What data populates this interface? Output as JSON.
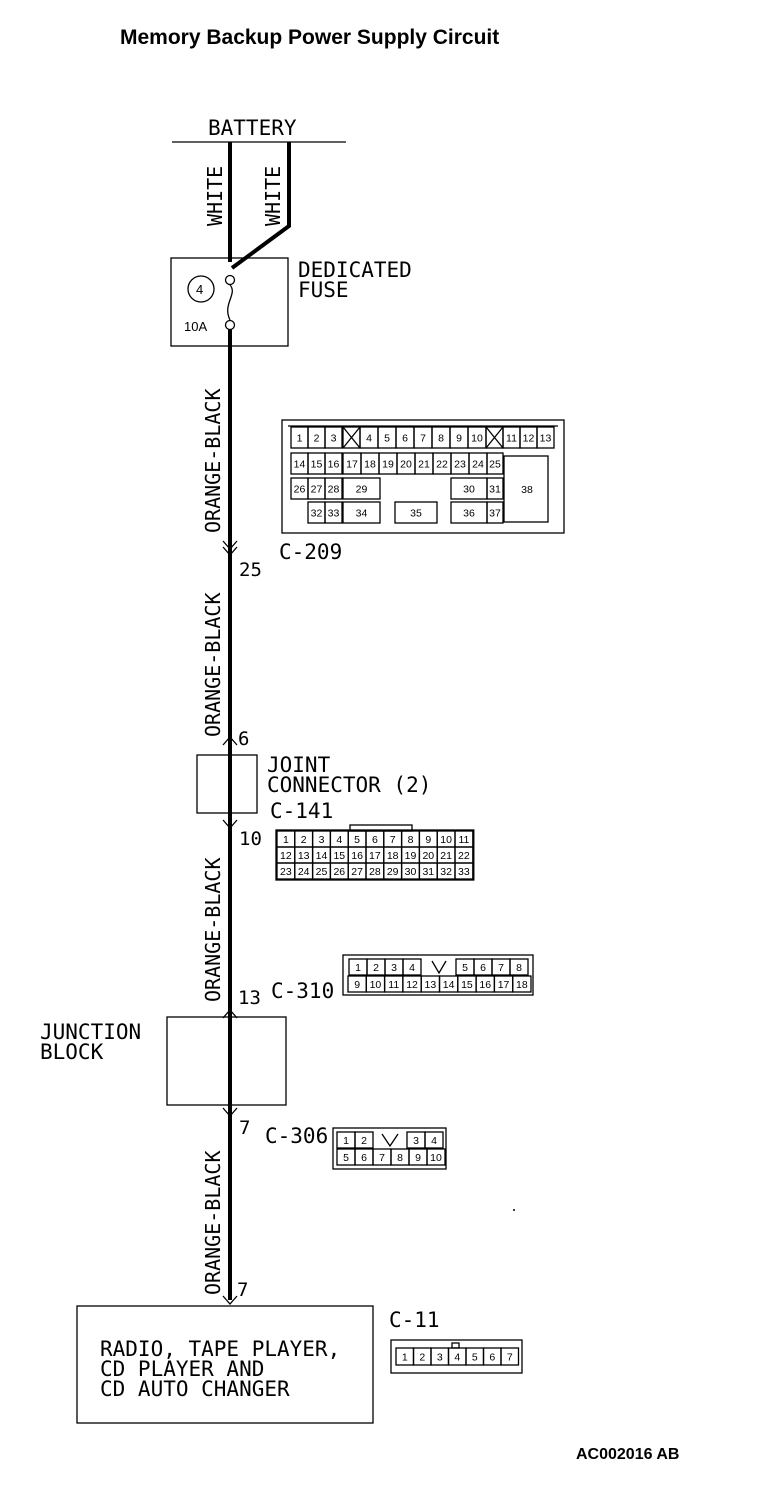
{
  "title": "Memory Backup Power Supply Circuit",
  "figure_ref": "AC002016 AB",
  "battery": {
    "label": "BATTERY"
  },
  "wires": {
    "white_left": "WHITE",
    "white_right": "WHITE",
    "ob_1": "ORANGE-BLACK",
    "ob_2": "ORANGE-BLACK",
    "ob_3": "ORANGE-BLACK",
    "ob_4": "ORANGE-BLACK"
  },
  "fuse": {
    "number": "4",
    "rating": "10A",
    "label_line1": "DEDICATED",
    "label_line2": "FUSE"
  },
  "joint_connector": {
    "label_line1": "JOINT",
    "label_line2": "CONNECTOR (2)"
  },
  "junction_block": {
    "label_line1": "JUNCTION",
    "label_line2": "BLOCK"
  },
  "radio": {
    "line1": "RADIO, TAPE PLAYER,",
    "line2": "CD PLAYER AND",
    "line3": "CD AUTO CHANGER"
  },
  "pins": {
    "p25": "25",
    "p6": "6",
    "p10": "10",
    "p13": "13",
    "p7a": "7",
    "p7b": "7"
  },
  "connectors": {
    "c209": {
      "name": "C-209",
      "cells": [
        [
          "1",
          "2",
          "3",
          "4",
          "5",
          "6",
          "7",
          "8",
          "9",
          "10",
          "11",
          "12",
          "13"
        ],
        [
          "14",
          "15",
          "16",
          "17",
          "18",
          "19",
          "20",
          "21",
          "22",
          "23",
          "24",
          "25"
        ],
        [
          "26",
          "27",
          "28",
          "29",
          "30",
          "31",
          "38"
        ],
        [
          "32",
          "33",
          "34",
          "35",
          "36",
          "37"
        ]
      ]
    },
    "c141": {
      "name": "C-141",
      "rows": [
        [
          "1",
          "2",
          "3",
          "4",
          "5",
          "6",
          "7",
          "8",
          "9",
          "10",
          "11"
        ],
        [
          "12",
          "13",
          "14",
          "15",
          "16",
          "17",
          "18",
          "19",
          "20",
          "21",
          "22"
        ],
        [
          "23",
          "24",
          "25",
          "26",
          "27",
          "28",
          "29",
          "30",
          "31",
          "32",
          "33"
        ]
      ]
    },
    "c310": {
      "name": "C-310",
      "row1": [
        "1",
        "2",
        "3",
        "4",
        "5",
        "6",
        "7",
        "8"
      ],
      "row2": [
        "9",
        "10",
        "11",
        "12",
        "13",
        "14",
        "15",
        "16",
        "17",
        "18"
      ]
    },
    "c306": {
      "name": "C-306",
      "row1": [
        "1",
        "2",
        "3",
        "4"
      ],
      "row2": [
        "5",
        "6",
        "7",
        "8",
        "9",
        "10"
      ]
    },
    "c11": {
      "name": "C-11",
      "row": [
        "1",
        "2",
        "3",
        "4",
        "5",
        "6",
        "7"
      ]
    }
  }
}
